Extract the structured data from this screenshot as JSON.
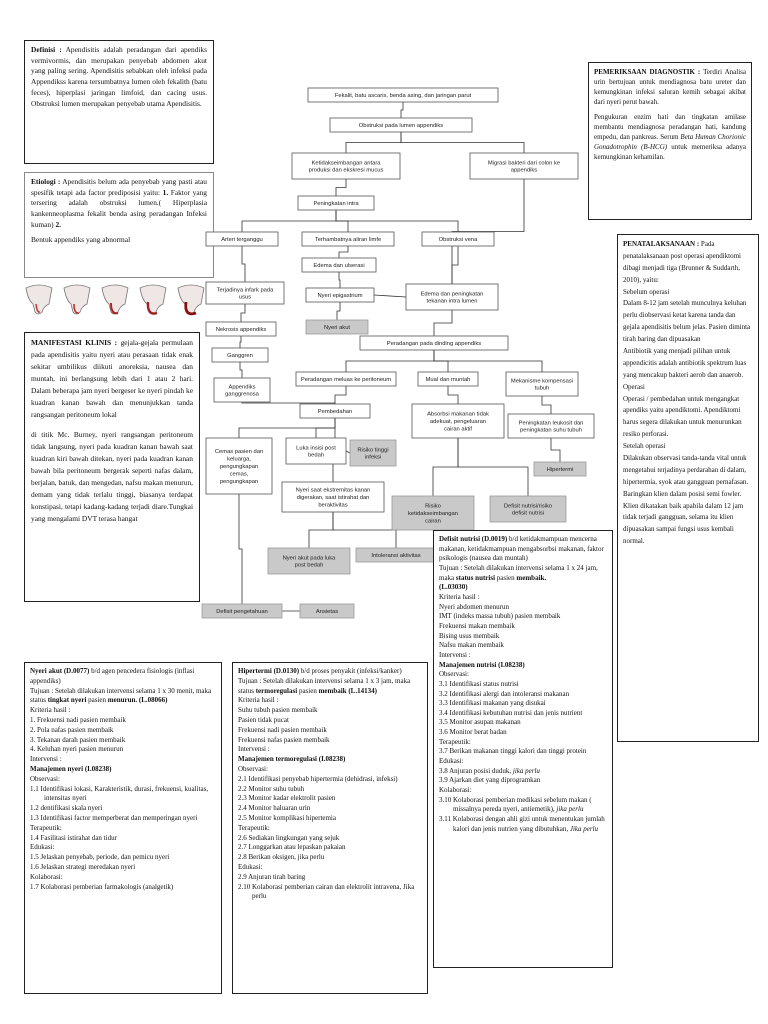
{
  "definisi": {
    "title": "Definisi :",
    "text": "Apendisitis adalah peradangan dari apendiks vermivormis, dan merupakan penyebab abdomen akut yang paling sering. Apendisitis sebabkan oleh infeksi pada Appendikss karena tersumbatnya lumen oleh fekalith (batu feces), hiperplasi jaringan limfoid, dan cacing usus. Obstruksi lumen merupakan penyebab utama Apendisitis."
  },
  "etiologi": {
    "title": "Etiologi :",
    "text1": "Apendisitis belum ada penyebab yang pasti atau spesifik tetapi ada factor prediposisi yaitu:",
    "num1": "1.",
    "text2": "Faktor yang tersering adalah obstruksi lumen.( Hiperplasia kankenneoplasma  fekalit benda asing  peradangan Infeksi kuman)",
    "num2": "2.",
    "text3": "Bentuk appendiks yang abnormal"
  },
  "manifestasi": {
    "title": "MANIFESTASI KLINIS :",
    "text1": "gejala-gejala permulaan pada apendisitis yaitu nyeri atau perasaan tidak enak sekitar umbilikus diikuti anoreksia, nausea dan muntah, ini berlangsung lebih dari 1 atau 2 hari. Dalam beberapa jam nyeri bergeser ke nyeri pindah ke kuadran kanan bawah dan menunjukkan tanda rangsangan peritoneum lokal",
    "text2": "di titik Mc. Burney, nyeri rangsangan peritoneum tidak langsung, nyeri pada kuadran kanan bawah saat kuadran kiri bawah ditekan, nyeri pada kuadran kanan bawah bila peritoneum bergerak seperti nafas dalam, berjalan, batuk, dan mengedan, nafsu makan menurun, demam yang tidak terlalu tinggi, biasanya terdapat konstipasi, tetapi kadang-kadang terjadi diare.Tungkai yang mengalami DVT terasa hangat"
  },
  "diagnostik": {
    "title": "PEMERIKSAAN DIAGNOSTIK :",
    "text1": "Terdiri Analisa urin bertujuan untuk mendiagnosa batu ureter dan kemungkinan infeksi saluran kemih sebagai akibat dari nyeri perut bawah.",
    "text2": "Pengukuran enzim hati dan  tingkatan amilase membantu mendiagnosa peradangan hati, kandung empedu, dan pankreas.  Serum",
    "italic": "Beta Human Chorionic Gonadotrophin (B-HCG)",
    "text3": "untuk memeriksa adanya kemungkinan kehamilan."
  },
  "penatalaksanaan": {
    "title": "PENATALAKSANAAN :",
    "lines": [
      "Pada penatalaksanaan post operasi apendiktomi dibagi menjadi tiga (Brunner & Suddarth, 2010), yaitu:",
      "Sebelum operasi",
      "Dalam 8-12 jam setelah munculnya keluhan perlu diobservasi ketat karena tanda dan gejala apendisitis belum jelas. Pasien diminta tirah baring dan dipuasakan",
      "Antibiotik yang menjadi pilihan untuk appendicitis adalah antibiotik spektrum luas yang mencakup bakteri aerob dan anaerob.",
      "Operasi",
      "Operasi / pembedahan untuk mengangkat apendiks yaitu apendiktomi. Apendiktomi harus segera dilakukan untuk menurunkan resiko perforasi.",
      "Setelah operasi",
      "Dilakukan observasi tanda-tanda vital untuk mengetahui terjadinya perdarahan di dalam, hipertermia, syok atau gangguan pernafasan. Baringkan klien dalam posisi semi fowler. Klien dikatakan baik apabila dalam 12 jam tidak terjadi gangguan, selama itu klien dipuasakan sampai fungsi usus kembali normal."
    ]
  },
  "flowchart": {
    "nodes": [
      {
        "id": "n1",
        "text": [
          "Fekalit, batu ascaris, benda asing, dan jaringan parut"
        ],
        "gray": false
      },
      {
        "id": "n2",
        "text": [
          "Obstruksi pada lumen appendiks"
        ],
        "gray": false
      },
      {
        "id": "n3",
        "text": [
          "Ketidakseimbangan antara",
          "produksi dan ekskresi mucus"
        ],
        "gray": false
      },
      {
        "id": "n4",
        "text": [
          "Migrasi bakteri dari colon ke",
          "appendiks"
        ],
        "gray": false
      },
      {
        "id": "n5",
        "text": [
          "Peningkatan intra"
        ],
        "gray": false
      },
      {
        "id": "n6",
        "text": [
          "Arteri terganggu"
        ],
        "gray": false
      },
      {
        "id": "n7",
        "text": [
          "Terhambatnya aliran limfe"
        ],
        "gray": false
      },
      {
        "id": "n8",
        "text": [
          "Obstruksi vena"
        ],
        "gray": false
      },
      {
        "id": "n9",
        "text": [
          "Edema dan ulserasi"
        ],
        "gray": false
      },
      {
        "id": "n10",
        "text": [
          "Terjadinya infark pada",
          "usus"
        ],
        "gray": false
      },
      {
        "id": "n11",
        "text": [
          "Nyeri epigastrium"
        ],
        "gray": false
      },
      {
        "id": "n12",
        "text": [
          "Edema dan peningkatan",
          "tekanan intra lumen"
        ],
        "gray": false
      },
      {
        "id": "n13",
        "text": [
          "Nekrosis appendiks"
        ],
        "gray": false
      },
      {
        "id": "n14",
        "text": [
          "Nyeri akut"
        ],
        "gray": true
      },
      {
        "id": "n15",
        "text": [
          "Ganggren"
        ],
        "gray": false
      },
      {
        "id": "n16",
        "text": [
          "Peradangan pada dinding appendiks"
        ],
        "gray": false
      },
      {
        "id": "n17",
        "text": [
          "Appendiks",
          "ganggrenosa"
        ],
        "gray": false
      },
      {
        "id": "n18",
        "text": [
          "Peradangan meluas ke peritoneum"
        ],
        "gray": false
      },
      {
        "id": "n19",
        "text": [
          "Mual dan muntah"
        ],
        "gray": false
      },
      {
        "id": "n20",
        "text": [
          "Mekanisme kompensasi",
          "tubuh"
        ],
        "gray": false
      },
      {
        "id": "n21",
        "text": [
          "Pembedahan"
        ],
        "gray": false
      },
      {
        "id": "n22",
        "text": [
          "Absorbsi makanan tidak",
          "adekuat, pengeluaran",
          "cairan aktif"
        ],
        "gray": false
      },
      {
        "id": "n23",
        "text": [
          "Peningkatan leukosit dan",
          "peningkatan suhu tubuh"
        ],
        "gray": false
      },
      {
        "id": "n24",
        "text": [
          "Cemas pasien dan",
          "keluarga,",
          "pengungkapan",
          "cemas,",
          "pengungkapan"
        ],
        "gray": false
      },
      {
        "id": "n25",
        "text": [
          "Luka insisi post",
          "bedah"
        ],
        "gray": false
      },
      {
        "id": "n26",
        "text": [
          "Risiko tinggi",
          "infeksi"
        ],
        "gray": true
      },
      {
        "id": "n27",
        "text": [
          "Hipertermi"
        ],
        "gray": true
      },
      {
        "id": "n28",
        "text": [
          "Nyeri saat ekstremitas kanan",
          "digerakan, saat istirahat dan",
          "beraktivitas"
        ],
        "gray": false
      },
      {
        "id": "n29",
        "text": [
          "Risiko",
          "ketidakseimbangan",
          "cairan"
        ],
        "gray": true
      },
      {
        "id": "n30",
        "text": [
          "Defisit nutrisi/risiko",
          "defisit nutrisi"
        ],
        "gray": true
      },
      {
        "id": "n31",
        "text": [
          "Nyeri akut pada luka",
          "post bedah"
        ],
        "gray": true
      },
      {
        "id": "n32",
        "text": [
          "Intoleransi aktivitas"
        ],
        "gray": true
      },
      {
        "id": "n33",
        "text": [
          "Defisit pengetahuan"
        ],
        "gray": true
      },
      {
        "id": "n34",
        "text": [
          "Ansietas"
        ],
        "gray": true
      }
    ]
  },
  "nyeri": {
    "title": "Nyeri akut (D.0077)",
    "title_rest": "b/d agen pencedera fisiologis (inflasi appendiks)",
    "tujuan": "Tujuan : Setelah dilakukan intervensi selama 1 x 30 menit, maka status",
    "tujuan_bold": "tingkat nyeri",
    "tujuan_rest": "pasien",
    "tujuan_end": "menurun.",
    "code1": "(L.08066)",
    "kriteria": "Kriteria hasil :",
    "kriteria_list": [
      {
        "n": "1.",
        "t": "Frekuensi nadi pasien membaik"
      },
      {
        "n": "2.",
        "t": "Pola nafas pasien membaik"
      },
      {
        "n": "3.",
        "t": "Tekanan darah pasien membaik"
      },
      {
        "n": "4.",
        "t": "Keluhan nyeri pasien menurun"
      }
    ],
    "intervensi": "Intervensi :",
    "manajemen": "Manajemen nyeri (I.08238)",
    "observasi": "Observasi:",
    "obs_list": [
      {
        "n": "1.1",
        "t": "Identifikasi lokasi, Karakteristik, durasi, frekuensi, kualitas, intensitas nyeri"
      },
      {
        "n": "1.2",
        "t": "dentifikasi skala nyeri"
      },
      {
        "n": "1.3",
        "t": "Identifikasi factor memperberat dan memperingan nyeri"
      }
    ],
    "terapeutik": "Terapeutik:",
    "ter_list": [
      {
        "n": "1.4",
        "t": "Fasilitasi istirahat dan tidur"
      }
    ],
    "edukasi": "Edukasi:",
    "edu_list": [
      {
        "n": "1.5",
        "t": "Jelaskan penyebab, periode, dan pemicu nyeri"
      },
      {
        "n": "1.6",
        "t": "Jelaskan strategi meredakan nyeri"
      }
    ],
    "kolaborasi": "Kolaborasi:",
    "kol_list": [
      {
        "n": "1.7",
        "t": "Kolaborasi pemberian farmakologis (analgetik)"
      }
    ]
  },
  "hipertermi": {
    "title": "Hipertermi (D.0130)",
    "title_rest": "b/d proses penyakit (infeksi/kanker)",
    "tujuan": "Tujuan : Setelah dilakukan intervensi selama 1 x 3 jam, maka status",
    "tujuan_bold": "termoregulasi",
    "tujuan_rest": "pasien",
    "tujuan_end": "membaik",
    "code1": "(L.14134)",
    "kriteria": "Kriteria hasil :",
    "kriteria_list": [
      "Suhu tubuh pasien membaik",
      "Pasien tidak pucat",
      "Frekuensi nadi pasien membaik",
      "Frekuensi nafas pasien membaik"
    ],
    "intervensi": "Intervensi :",
    "manajemen": "Manajemen termoregulasi (I.08238)",
    "observasi": "Observasi:",
    "obs_list": [
      {
        "n": "2.1",
        "t": "Identifikasi penyebab hipertermia (dehidrasi, infeksi)"
      },
      {
        "n": "2.2",
        "t": "Monitor suhu tubuh"
      },
      {
        "n": "2.3",
        "t": "Monitor kadar elektrolit pasien"
      },
      {
        "n": "2.4",
        "t": "Monitor haluaran urin"
      },
      {
        "n": "2.5",
        "t": "Monitor komplikasi hipertemia"
      }
    ],
    "terapeutik": "Terapeutik:",
    "ter_list": [
      {
        "n": "2.6",
        "t": "Sediakan lingkungan yang sejuk"
      },
      {
        "n": "2.7",
        "t": "Longgarkan atau lepaskan pakaian"
      },
      {
        "n": "2.8",
        "t": "Berikan oksigen, jika perlu"
      }
    ],
    "edukasi": "Edukasi:",
    "edu_list": [
      {
        "n": "2.9",
        "t": "Anjuran tirah baring"
      }
    ],
    "kolaborasi_list": [
      {
        "n": "2.10",
        "t": "Kolaborasi pemberian cairan dan elektrolit intravena, Jika perlu"
      }
    ]
  },
  "defisit": {
    "title": "Defisit nutrisi (D.0019)",
    "title_rest": "b/d ketidakmampuan mencerna makanan, ketidakmampuan mengabsorbsi makanan, faktor psikologis (nausea dan muntah)",
    "tujuan": "Tujuan : Setelah dilakukan intervensi selama 1 x 24 jam, maka",
    "tujuan_bold": "status nutrisi",
    "tujuan_rest": "pasien",
    "tujuan_end": "membaik.",
    "code1": "(L.03030)",
    "kriteria": "Kriteria hasil :",
    "kriteria_list": [
      "Nyeri abdomen menurun",
      "IMT  (indeks massa tubuh) pasien membaik",
      "Frekuensi makan membaik",
      "Bising usus membaik",
      "Nafsu makan membaik"
    ],
    "intervensi": "Intervensi :",
    "manajemen": "Manajemen nutrisi (I.08238)",
    "observasi": "Observasi:",
    "obs_list": [
      {
        "n": "3.1",
        "t": "Identifikasi status nutrisi"
      },
      {
        "n": "3.2",
        "t": "Identifikasi alergi dan intoleransi makanan"
      },
      {
        "n": "3.3",
        "t": "Identifikasi makanan yang disukai"
      },
      {
        "n": "3.4",
        "t": "Identifikasi kebutuhan nutrisi dan jenis nutrient"
      },
      {
        "n": "3.5",
        "t": "Monitor asupan makanan"
      },
      {
        "n": "3.6",
        "t": "Monitor berat badan"
      }
    ],
    "terapeutik": "Terapeutik:",
    "ter_list": [
      {
        "n": "3.7",
        "t": "Berikan makanan tinggi kalori dan tinggi protein"
      }
    ],
    "edukasi": "Edukasi:",
    "edu_list": [
      {
        "n": "3.8",
        "t": "Anjuran posisi duduk,",
        "i": "jika perlu"
      },
      {
        "n": "3.9",
        "t": "Ajarkan diet yang diprogramkan"
      }
    ],
    "kolaborasi": "Kolaborasi:",
    "kol_list": [
      {
        "n": "3.10",
        "t": "Kolaborasi pemberian medikasi sebelum makan ( missalnya pereda nyeri, antiemetik),",
        "i": "jika perlu"
      },
      {
        "n": "3.11",
        "t": "Kolaborasi dengan ahli gizi untuk menentukan jumlah kalori dan jenis nutrien yang dibutuhkan,",
        "i": "Jika perlu"
      }
    ]
  }
}
